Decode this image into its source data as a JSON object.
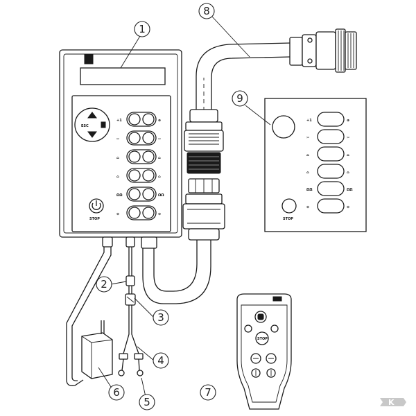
{
  "callouts": [
    {
      "id": "1",
      "label": "1"
    },
    {
      "id": "2",
      "label": "2"
    },
    {
      "id": "3",
      "label": "3"
    },
    {
      "id": "4",
      "label": "4"
    },
    {
      "id": "5",
      "label": "5"
    },
    {
      "id": "6",
      "label": "6"
    },
    {
      "id": "7",
      "label": "7"
    },
    {
      "id": "8",
      "label": "8"
    },
    {
      "id": "9",
      "label": "9"
    }
  ],
  "control_box": {
    "stop_label": "STOP",
    "esc_label": "ESC",
    "button_left_glyphs": [
      "+1",
      "✂",
      "⌂",
      "⌂",
      "ΩΩ",
      "⊝"
    ],
    "button_right_glyphs": [
      "⊕",
      "✂",
      "⌂",
      "⌂",
      "ΩΩ",
      "⊝"
    ]
  },
  "overlay_panel": {
    "stop_label": "STOP"
  },
  "remote": {
    "stop_label": "STOP"
  },
  "watermark": {
    "brand_mark": "K"
  }
}
